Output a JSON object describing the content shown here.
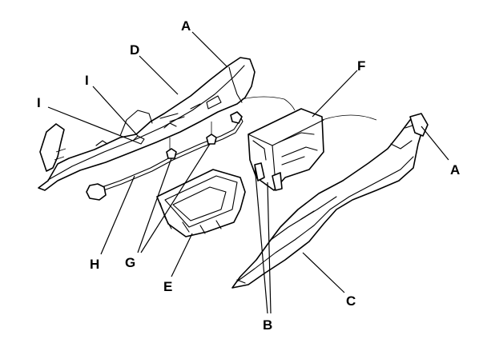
{
  "callouts": {
    "a_top": "A",
    "a_right": "A",
    "b": "B",
    "c": "C",
    "d": "D",
    "e": "E",
    "f": "F",
    "g": "G",
    "h": "H",
    "i_left": "I",
    "i_top": "I"
  },
  "colors": {
    "line": "#000000",
    "background": "#ffffff"
  }
}
